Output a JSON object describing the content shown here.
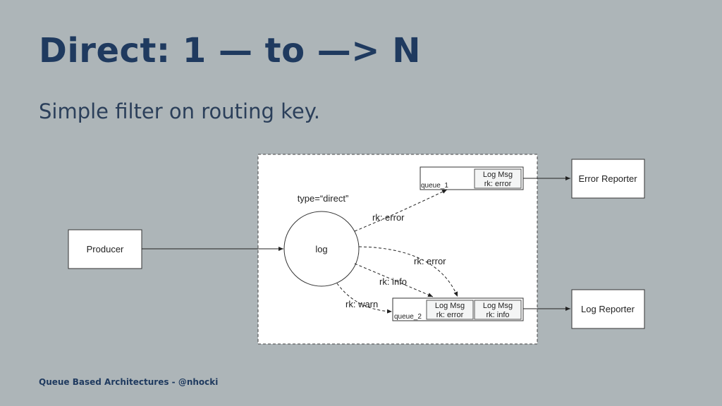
{
  "slide": {
    "title": "Direct: 1 — to —> N",
    "subtitle": "Simple filter on routing key.",
    "footer": "Queue Based Architectures - @nhocki"
  },
  "diagram": {
    "producer": "Producer",
    "exchange": {
      "type_label": "type=“direct”",
      "name": "log"
    },
    "queue_1": {
      "name": "queue_1",
      "messages": [
        {
          "line1": "Log Msg",
          "line2": "rk: error"
        }
      ]
    },
    "queue_2": {
      "name": "queue_2",
      "messages": [
        {
          "line1": "Log Msg",
          "line2": "rk: error"
        },
        {
          "line1": "Log Msg",
          "line2": "rk: info"
        }
      ]
    },
    "bindings": {
      "error_q1": "rk: error",
      "error_q2": "rk: error",
      "info_q2": "rk: info",
      "warn_q2": "rk: warn"
    },
    "error_reporter": "Error Reporter",
    "log_reporter": "Log Reporter"
  }
}
